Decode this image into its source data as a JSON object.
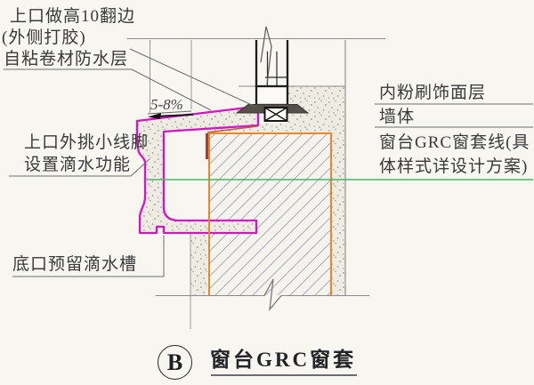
{
  "colors": {
    "grc_outline": "#d316c4",
    "wall_edge_orange": "#e8872c",
    "leader_green": "#4db464",
    "membrane_red": "#a2402f",
    "sealant_gray": "#55504a",
    "ink": "#1c1c1c"
  },
  "labels": {
    "top_flange_line1": "上口做高10翻边",
    "top_flange_line2": "(外侧打胶)",
    "membrane": "自粘卷材防水层",
    "slope": "5-8%",
    "molding_line1": "上口外挑小线脚",
    "molding_line2": "设置滴水功能",
    "drip_groove": "底口预留滴水槽",
    "interior_plaster": "内粉刷饰面层",
    "wall": "墙体",
    "grc_trim_line1": "窗台GRC窗套线(具",
    "grc_trim_line2": "体样式详设计方案)"
  },
  "caption": {
    "letter": "B",
    "title": "窗台GRC窗套"
  }
}
